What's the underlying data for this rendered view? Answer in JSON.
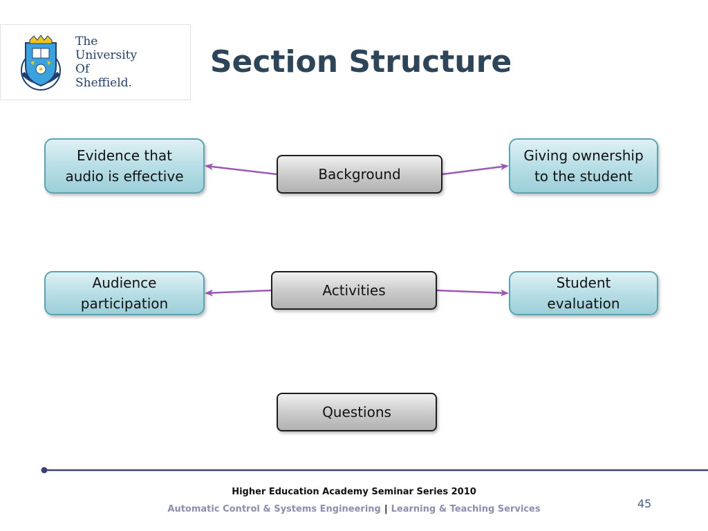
{
  "logo": {
    "lines": [
      "The",
      "University",
      "Of",
      "Sheffield."
    ],
    "crest_icon": "university-crest-icon"
  },
  "title": "Section Structure",
  "diagram": {
    "nodes": [
      {
        "id": "background",
        "label": "Background"
      },
      {
        "id": "evidence",
        "label": "Evidence that\naudio is effective"
      },
      {
        "id": "ownership",
        "label": "Giving ownership\nto the student"
      },
      {
        "id": "activities",
        "label": "Activities"
      },
      {
        "id": "audience",
        "label": "Audience\nparticipation"
      },
      {
        "id": "evaluation",
        "label": "Student\nevaluation"
      },
      {
        "id": "questions",
        "label": "Questions"
      }
    ],
    "edges": [
      {
        "from": "background",
        "to": "evidence"
      },
      {
        "from": "background",
        "to": "ownership"
      },
      {
        "from": "activities",
        "to": "audience"
      },
      {
        "from": "activities",
        "to": "evaluation"
      }
    ]
  },
  "colors": {
    "title": "#2d4559",
    "arrow": "#9b59b6",
    "footer_rule": "#3b3f7a",
    "teal_border": "#5aa3b2",
    "gray_border": "#1d1d1d"
  },
  "footer": {
    "series": "Higher Education Academy Seminar Series 2010",
    "department": "Automatic Control & Systems Engineering",
    "separator": "|",
    "service": "Learning & Teaching Services",
    "page_number": "45"
  }
}
